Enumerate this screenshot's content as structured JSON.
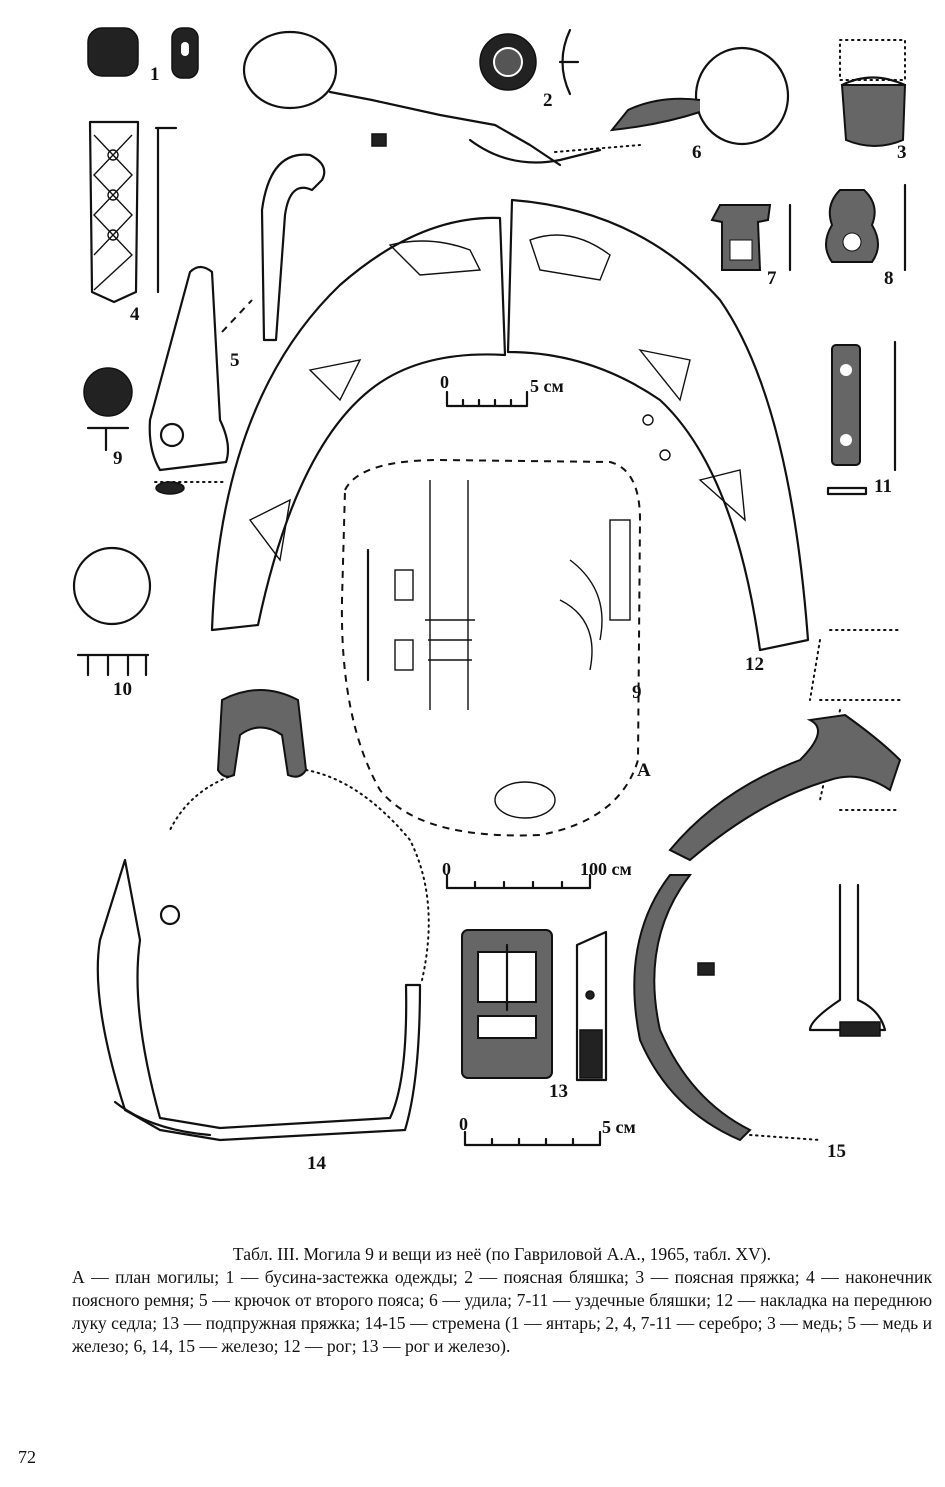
{
  "figure": {
    "labels": {
      "l1": "1",
      "l2": "2",
      "l3": "3",
      "l4": "4",
      "l5": "5",
      "l6": "6",
      "l7": "7",
      "l8": "8",
      "l9": "9",
      "l9b": "9",
      "l10": "10",
      "l11": "11",
      "l12": "12",
      "l13": "13",
      "l14": "14",
      "l15": "15",
      "lA": "А"
    },
    "scales": {
      "s1_start": "0",
      "s1_end": "5 см",
      "s2_start": "0",
      "s2_end": "100 см",
      "s3_start": "0",
      "s3_end": "5 см"
    }
  },
  "caption": {
    "title": "Табл. III. Могила 9 и вещи из неё (по Гавриловой А.А., 1965, табл. XV).",
    "body": "А — план могилы; 1 — бусина-застежка одежды; 2 — поясная бляшка; 3 — поясная пряжка; 4 — наконечник поясного ремня; 5 — крючок от второго пояса; 6 — удила; 7-11 — уздечные бляшки; 12 — накладка на переднюю луку седла; 13 — подпружная пряжка; 14-15 — стремена (1 — янтарь; 2, 4, 7-11 — серебро; 3 — медь; 5 — медь и железо; 6, 14, 15 — железо; 12 — рог; 13 — рог и железо)."
  },
  "page_number": "72"
}
